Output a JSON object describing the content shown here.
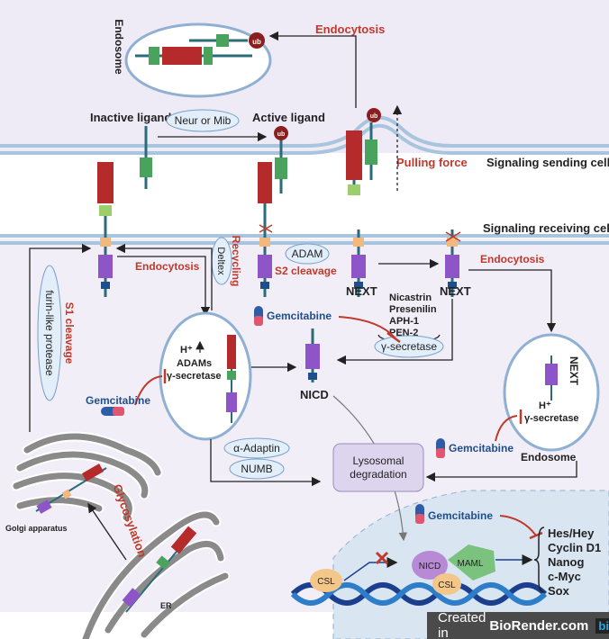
{
  "labels": {
    "endosome_top": "Endosome",
    "endocytosis_top": "Endocytosis",
    "inactive_ligand": "Inactive ligand",
    "neur_mib": "Neur or Mib",
    "active_ligand": "Active ligand",
    "pulling_force": "Pulling force",
    "sending_cell": "Signaling sending cell",
    "receiving_cell": "Signaling receiving cell",
    "adam": "ADAM",
    "s2_cleavage": "S2 cleavage",
    "recycling": "Recycling",
    "deltex": "Deltex",
    "endocytosis_left": "Endocytosis",
    "endocytosis_right": "Endocytosis",
    "next1": "NEXT",
    "next2": "NEXT",
    "next_endosome": "NEXT",
    "nicastrin": "Nicastrin",
    "presenilin": "Presenilin",
    "aph1": "APH-1",
    "pen2": "PEN-2",
    "gamma_secretase": "γ-secretase",
    "gemcitabine": "Gemcitabine",
    "nicd": "NICD",
    "h_plus": "H⁺",
    "adams": "ADAMs",
    "endo_gamma": "γ-secretase",
    "endosome_right": "Endosome",
    "s1_cleavage": "S1 cleavage",
    "furin": "furin-like protease",
    "alpha_adaptin": "α-Adaptin",
    "numb": "NUMB",
    "lysosomal": "Lysosomal",
    "degradation": "degradation",
    "glycosylation": "Glycosylation",
    "golgi": "Golgi apparatus",
    "er": "ER",
    "csl": "CSL",
    "maml": "MAML",
    "ub": "ub"
  },
  "targets": [
    "Hes/Hey",
    "Cyclin D1",
    "Nanog",
    "c-Myc",
    "Sox"
  ],
  "watermark": {
    "prefix": "Created in",
    "brand": "BioRender.com",
    "logo": "bio"
  },
  "colors": {
    "red_text": "#c0392b",
    "blue_text": "#1f4e8c",
    "membrane": "#a9c4de",
    "notch_red": "#b52a2a",
    "notch_purple": "#8e55c8",
    "ligand_green": "#3f9a5a",
    "top_bg": "#efebf6"
  }
}
